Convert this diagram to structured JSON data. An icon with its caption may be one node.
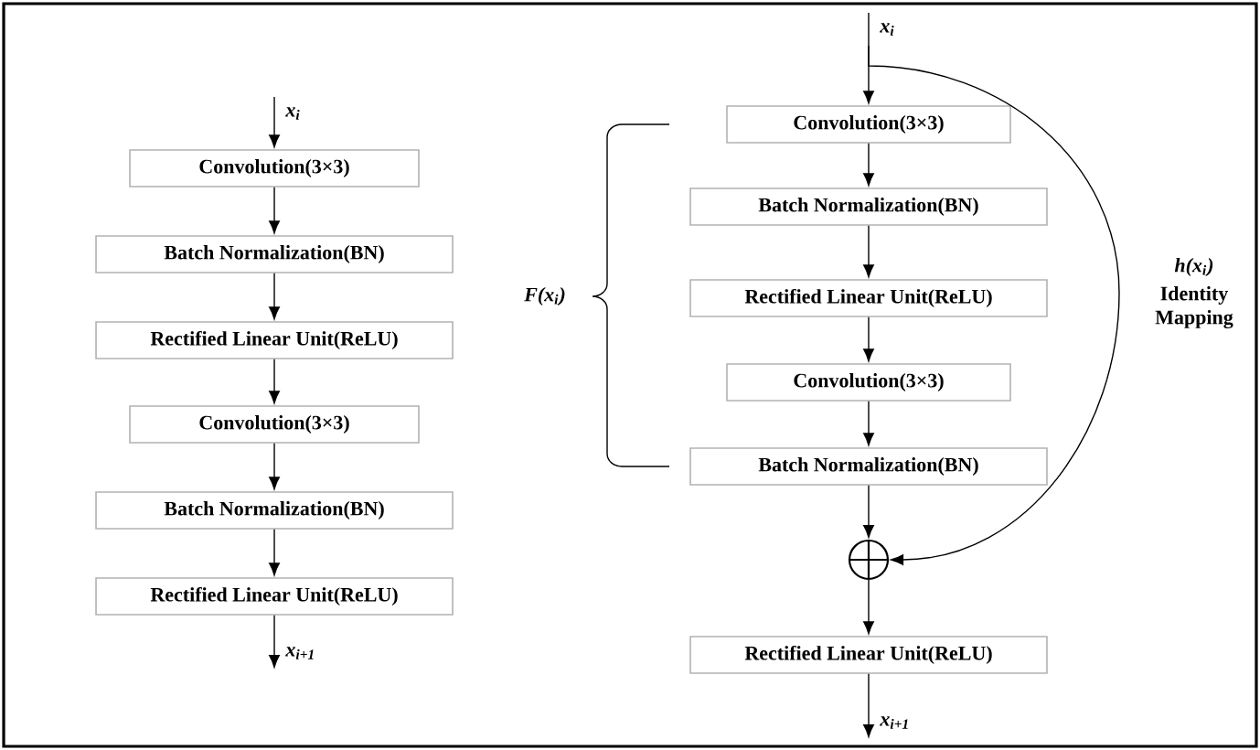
{
  "diagram": {
    "nodes": [
      {
        "text": [
          "x$_{i}$"
        ]
      },
      {
        "text": [
          "Convolution(3×3)"
        ]
      },
      {
        "text": [
          "Batch Normalization(BN)"
        ]
      },
      {
        "text": [
          "Rectified Linear Unit(ReLU)"
        ]
      },
      {
        "text": [
          "Convolution(3×3)"
        ]
      },
      {
        "text": [
          "Batch Normalization(BN)"
        ]
      },
      {
        "text": [
          "Rectified Linear Unit(ReLU)"
        ]
      },
      {
        "text": [
          "x$_{i+1}$"
        ]
      },
      {
        "text": [
          "x$_{i}$"
        ]
      },
      {
        "text": [
          "Convolution(3×3)"
        ]
      },
      {
        "text": [
          "Batch Normalization(BN)"
        ]
      },
      {
        "text": [
          "Rectified Linear Unit(ReLU)"
        ]
      },
      {
        "text": [
          "Convolution(3×3)"
        ]
      },
      {
        "text": [
          "Batch Normalization(BN)"
        ]
      },
      {
        "text": [],
        "shape": "circle"
      },
      {
        "text": [
          "Rectified Linear Unit(ReLU)"
        ]
      },
      {
        "text": [
          "x$_{i+1}$"
        ]
      }
    ],
    "edges": [
      {
        "from": 0,
        "to": 1,
        "arrow": "to"
      },
      {
        "from": 1,
        "to": 2,
        "arrow": "to"
      },
      {
        "from": 2,
        "to": 3,
        "arrow": "to"
      },
      {
        "from": 3,
        "to": 4,
        "arrow": "to"
      },
      {
        "from": 4,
        "to": 5,
        "arrow": "to"
      },
      {
        "from": 5,
        "to": 6,
        "arrow": "to"
      },
      {
        "from": 6,
        "to": 7,
        "arrow": "to"
      },
      {
        "from": 8,
        "to": 9,
        "arrow": "to"
      },
      {
        "from": 9,
        "to": 10,
        "arrow": "to"
      },
      {
        "from": 10,
        "to": 11,
        "arrow": "to"
      },
      {
        "from": 11,
        "to": 12,
        "arrow": "to"
      },
      {
        "from": 12,
        "to": 13,
        "arrow": "to"
      },
      {
        "from": 13,
        "to": 14,
        "arrow": "to"
      },
      {
        "from": 14,
        "to": 15,
        "arrow": "to"
      },
      {
        "from": 15,
        "to": 16,
        "arrow": "to"
      },
      {
        "from": 8,
        "to": 14,
        "arrow": "to"
      }
    ],
    "labels": [
      "F(x$_{i}$)",
      "h(x$_{i}$)",
      "Identity Mapping"
    ]
  }
}
